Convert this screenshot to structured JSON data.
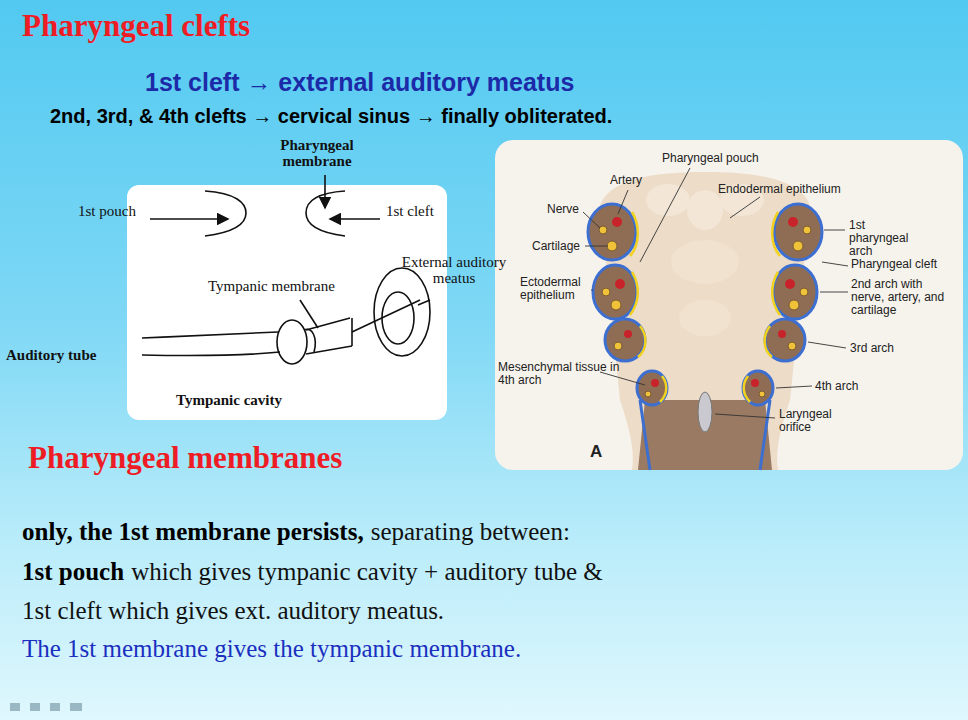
{
  "diagram": {
    "title": "Pharyngeal clefts",
    "labels": [
      "1st cleft → external auditory meatus",
      "2nd, 3rd, & 4th clefts → cervical sinus → finally obliterated.",
      "Pharyngeal membrane",
      "1st pouch",
      "1st cleft",
      "Tympanic membrane",
      "External auditory meatus",
      "Auditory tube",
      "Tympanic cavity",
      "Pharyngeal pouch",
      "Artery",
      "Endodermal epithelium",
      "Nerve",
      "Cartilage",
      "1st pharyngeal arch",
      "Pharyngeal cleft",
      "2nd arch with nerve, artery, and cartilage",
      "Ectodermal epithelium",
      "3rd arch",
      "Mesenchymal tissue in 4th arch",
      "4th arch",
      "Laryngeal orifice",
      "A",
      "Pharyngeal membranes",
      "only, the 1st membrane persists,",
      "separating between:",
      "1st pouch",
      "which gives tympanic cavity + auditory tube &",
      "1st cleft which gives ext. auditory meatus.",
      "The 1st membrane gives the tympanic membrane."
    ]
  }
}
